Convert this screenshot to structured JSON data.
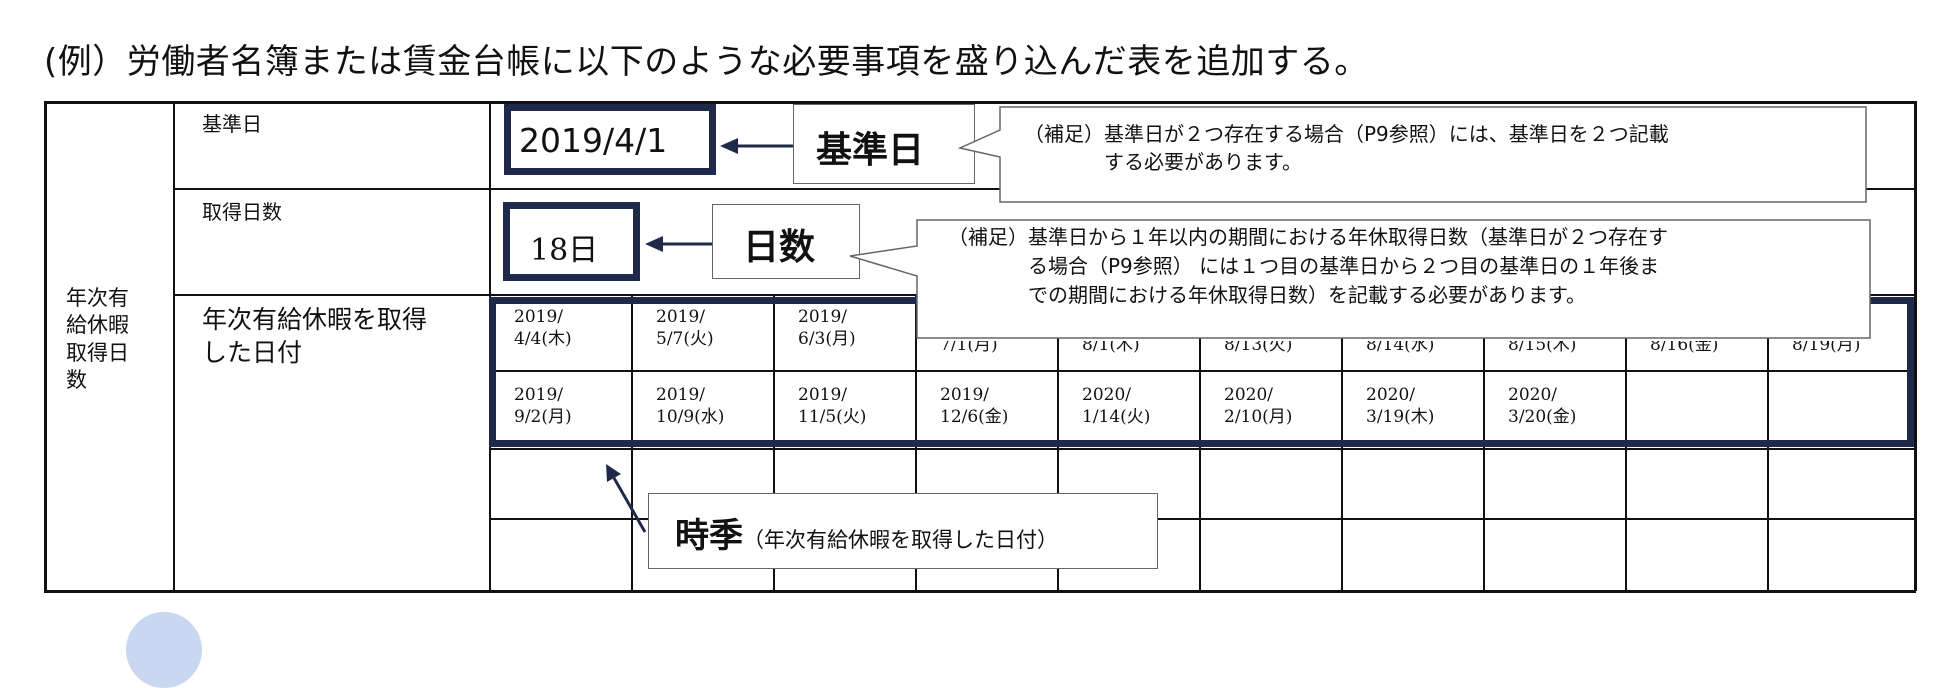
{
  "title": "(例）労働者名簿または賃金台帳に以下のような必要事項を盛り込んだ表を追加する。",
  "row_header": "年次有\n給休暇\n取得日\n数",
  "labels": {
    "base_date": "基準日",
    "days_taken": "取得日数",
    "dates_taken": "年次有給休暇を取得\nした日付"
  },
  "values": {
    "base_date": "2019/4/1",
    "days": "18日"
  },
  "callouts": {
    "base_date_tag": "基準日",
    "base_date_note": "（補足）基準日が２つ存在する場合（P9参照）には、基準日を２つ記載\n　　　　する必要があります。",
    "days_tag": "日数",
    "days_note": "（補足）基準日から１年以内の期間における年休取得日数（基準日が２つ存在す\n　　　　る場合（P9参照） には１つ目の基準日から２つ目の基準日の１年後ま\n　　　　での期間における年休取得日数）を記載する必要があります。",
    "season_tag": "時季",
    "season_note": "（年次有給休暇を取得した日付）"
  },
  "dates_row1": [
    "2019/\n4/4(木)",
    "2019/\n5/7(火)",
    "2019/\n6/3(月)",
    "7/1(月)",
    "8/1(木)",
    "8/13(火)",
    "8/14(水)",
    "8/15(木)",
    "8/16(金)",
    "8/19(月)"
  ],
  "dates_row2": [
    "2019/\n9/2(月)",
    "2019/\n10/9(水)",
    "2019/\n11/5(火)",
    "2019/\n12/6(金)",
    "2020/\n1/14(火)",
    "2020/\n2/10(月)",
    "2020/\n3/19(木)",
    "2020/\n3/20(金)"
  ],
  "colors": {
    "navy": "#1f2a4a",
    "line": "#111111",
    "callout_border": "#666666"
  }
}
